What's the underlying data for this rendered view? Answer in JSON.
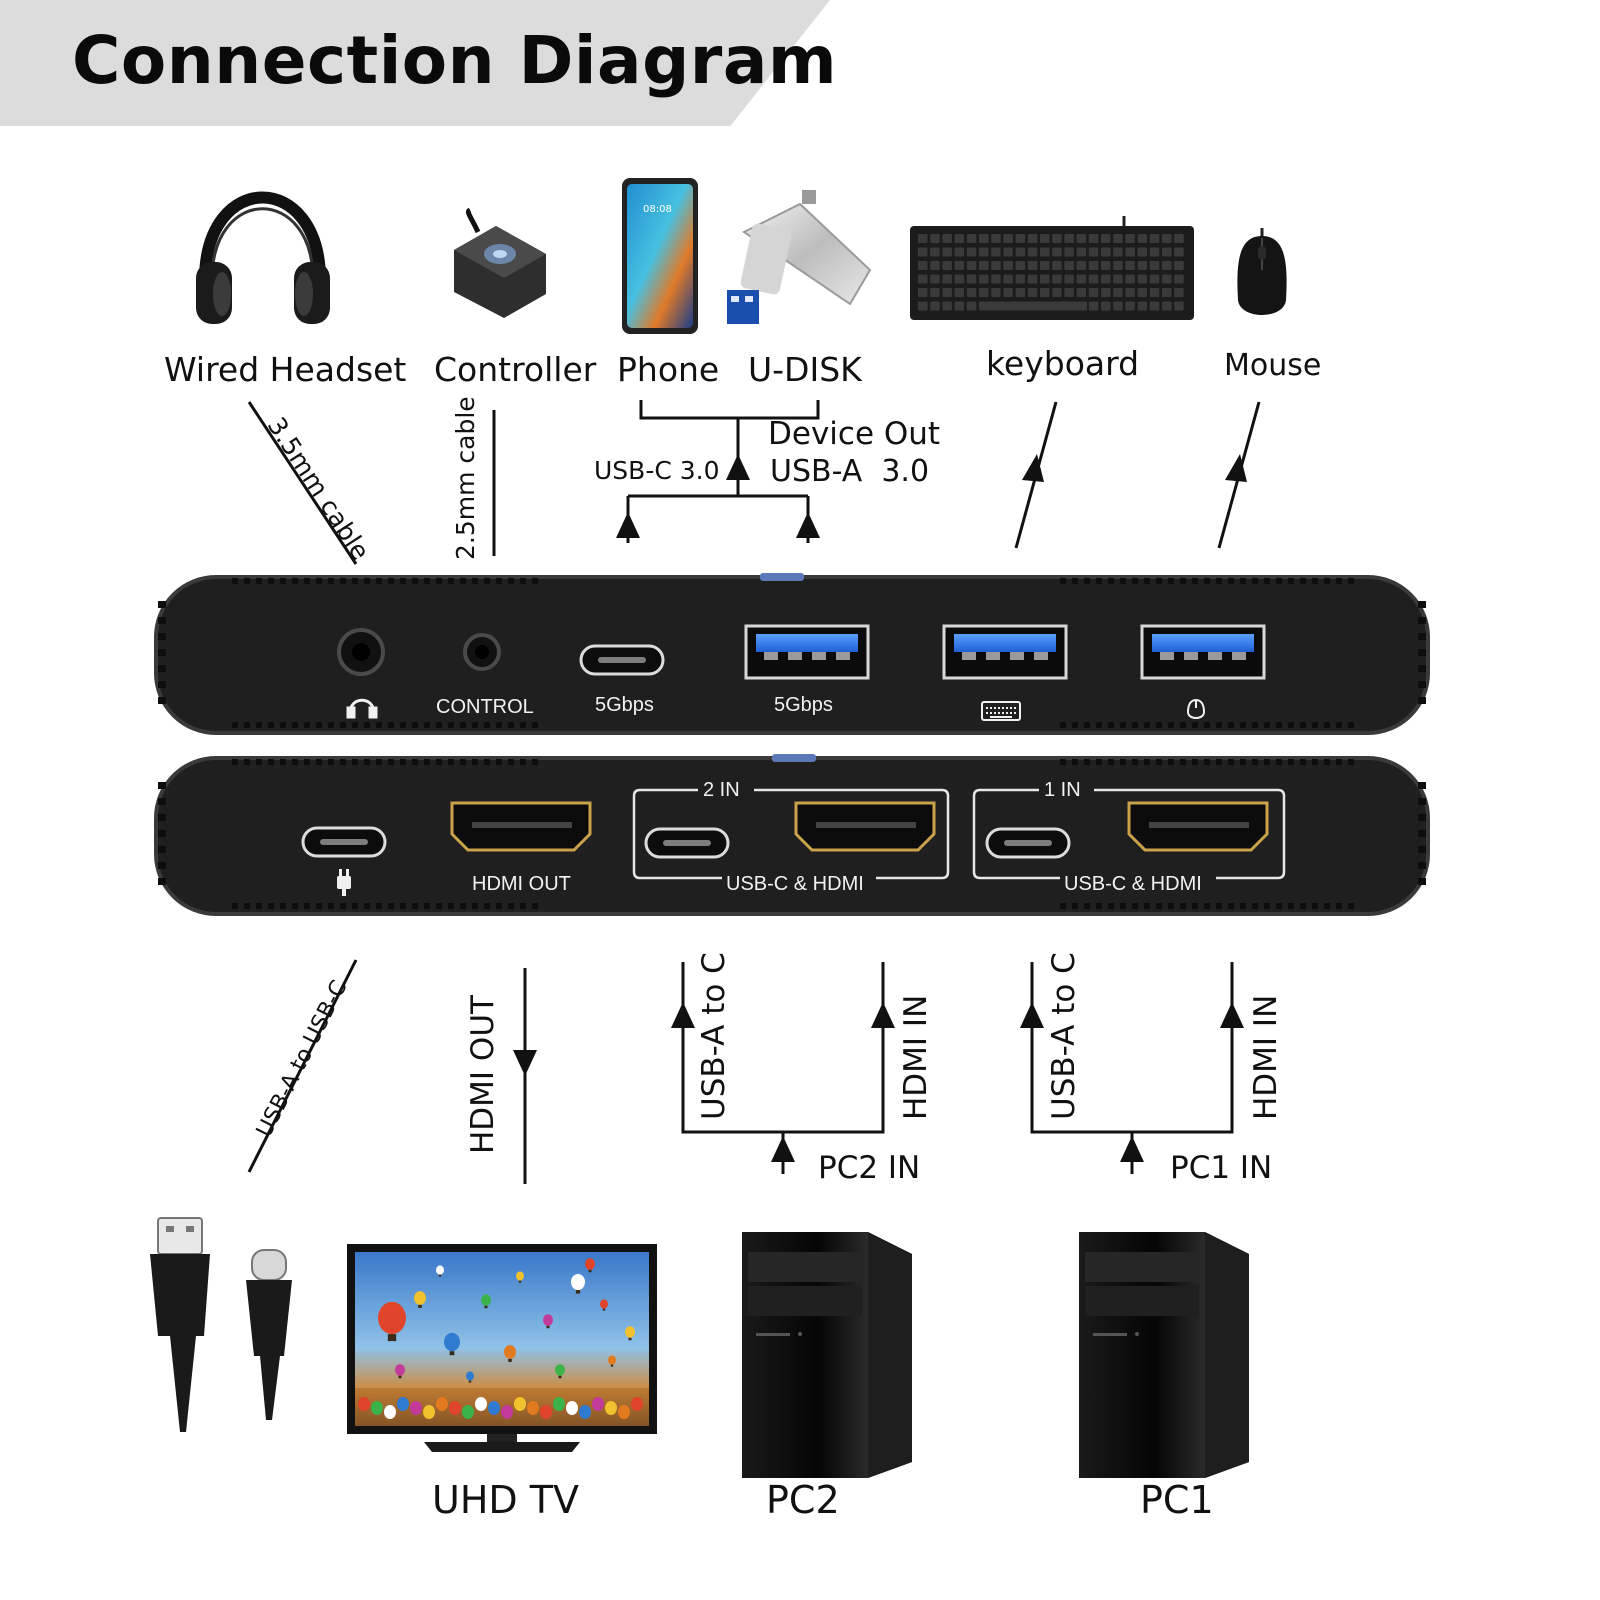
{
  "title": "Connection Diagram",
  "top_devices": {
    "headset": "Wired Headset",
    "controller": "Controller",
    "phone": "Phone",
    "udisk": "U-DISK",
    "keyboard": "keyboard",
    "mouse": "Mouse"
  },
  "top_cables": {
    "audio_cable": "3.5mm cable",
    "control_cable": "2.5mm cable",
    "device_out_line1": "Device Out",
    "device_out_line2": "USB-A  3.0",
    "usbc_speed": "USB-C 3.0"
  },
  "front_panel": {
    "control": "CONTROL",
    "usbc_speed": "5Gbps",
    "usba_speed": "5Gbps"
  },
  "rear_panel": {
    "hdmi_out": "HDMI OUT",
    "group2_title": "2 IN",
    "group2_caption": "USB-C & HDMI",
    "group1_title": "1 IN",
    "group1_caption": "USB-C & HDMI"
  },
  "bottom_cables": {
    "power_cable": "USB-A to USB-C",
    "hdmi_out": "HDMI OUT",
    "pc2_usb": "USB-A to C",
    "pc2_hdmi": "HDMI IN",
    "pc2_in": "PC2 IN",
    "pc1_usb": "USB-A to C",
    "pc1_hdmi": "HDMI IN",
    "pc1_in": "PC1 IN"
  },
  "bottom_devices": {
    "tv": "UHD TV",
    "pc2": "PC2",
    "pc1": "PC1"
  }
}
